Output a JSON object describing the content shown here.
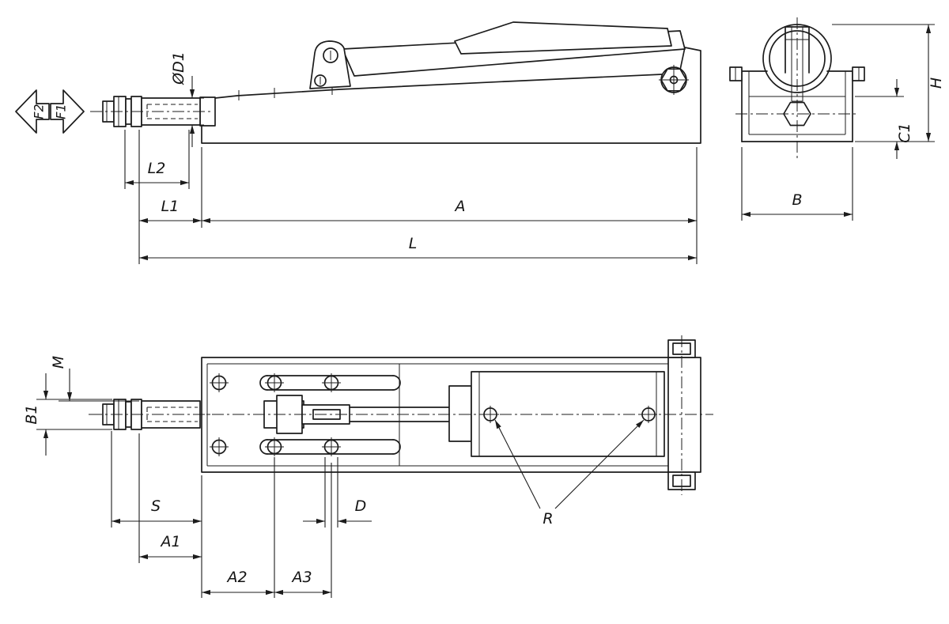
{
  "views": {
    "side": {
      "labels": {
        "f2": "F2",
        "f1": "F1",
        "d1": "ØD1",
        "l2": "L2",
        "l1": "L1",
        "a": "A",
        "l": "L"
      }
    },
    "end": {
      "labels": {
        "h": "H",
        "c1": "C1",
        "b": "B"
      }
    },
    "top": {
      "labels": {
        "m": "M",
        "b1": "B1",
        "s": "S",
        "a1": "A1",
        "a2": "A2",
        "a3": "A3",
        "d": "D",
        "r": "R"
      }
    }
  },
  "colors": {
    "line": "#1c1c1c",
    "background": "#ffffff"
  }
}
